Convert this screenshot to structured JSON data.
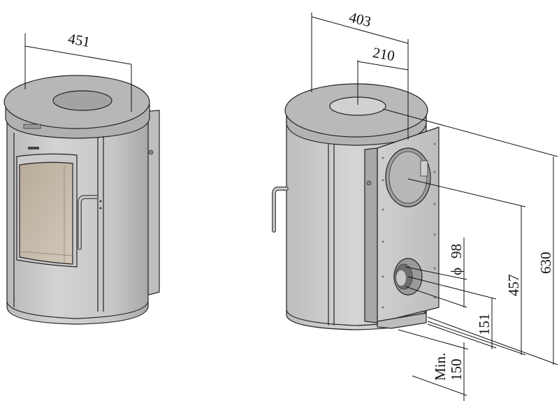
{
  "dimensions": {
    "front_width": "451",
    "rear_width": "403",
    "flue_center_offset": "210",
    "total_height": "630",
    "rear_outlet_height": "457",
    "lower_outlet_height": "151",
    "lower_outlet_diameter": "98",
    "diameter_symbol": "ϕ",
    "min_clearance": "150",
    "min_label": "Min."
  },
  "colors": {
    "body": "#c9c9c9",
    "body_dark": "#a9a9a9",
    "top": "#b4b4b4",
    "glass": "#c4b8a8",
    "line": "#222222"
  }
}
